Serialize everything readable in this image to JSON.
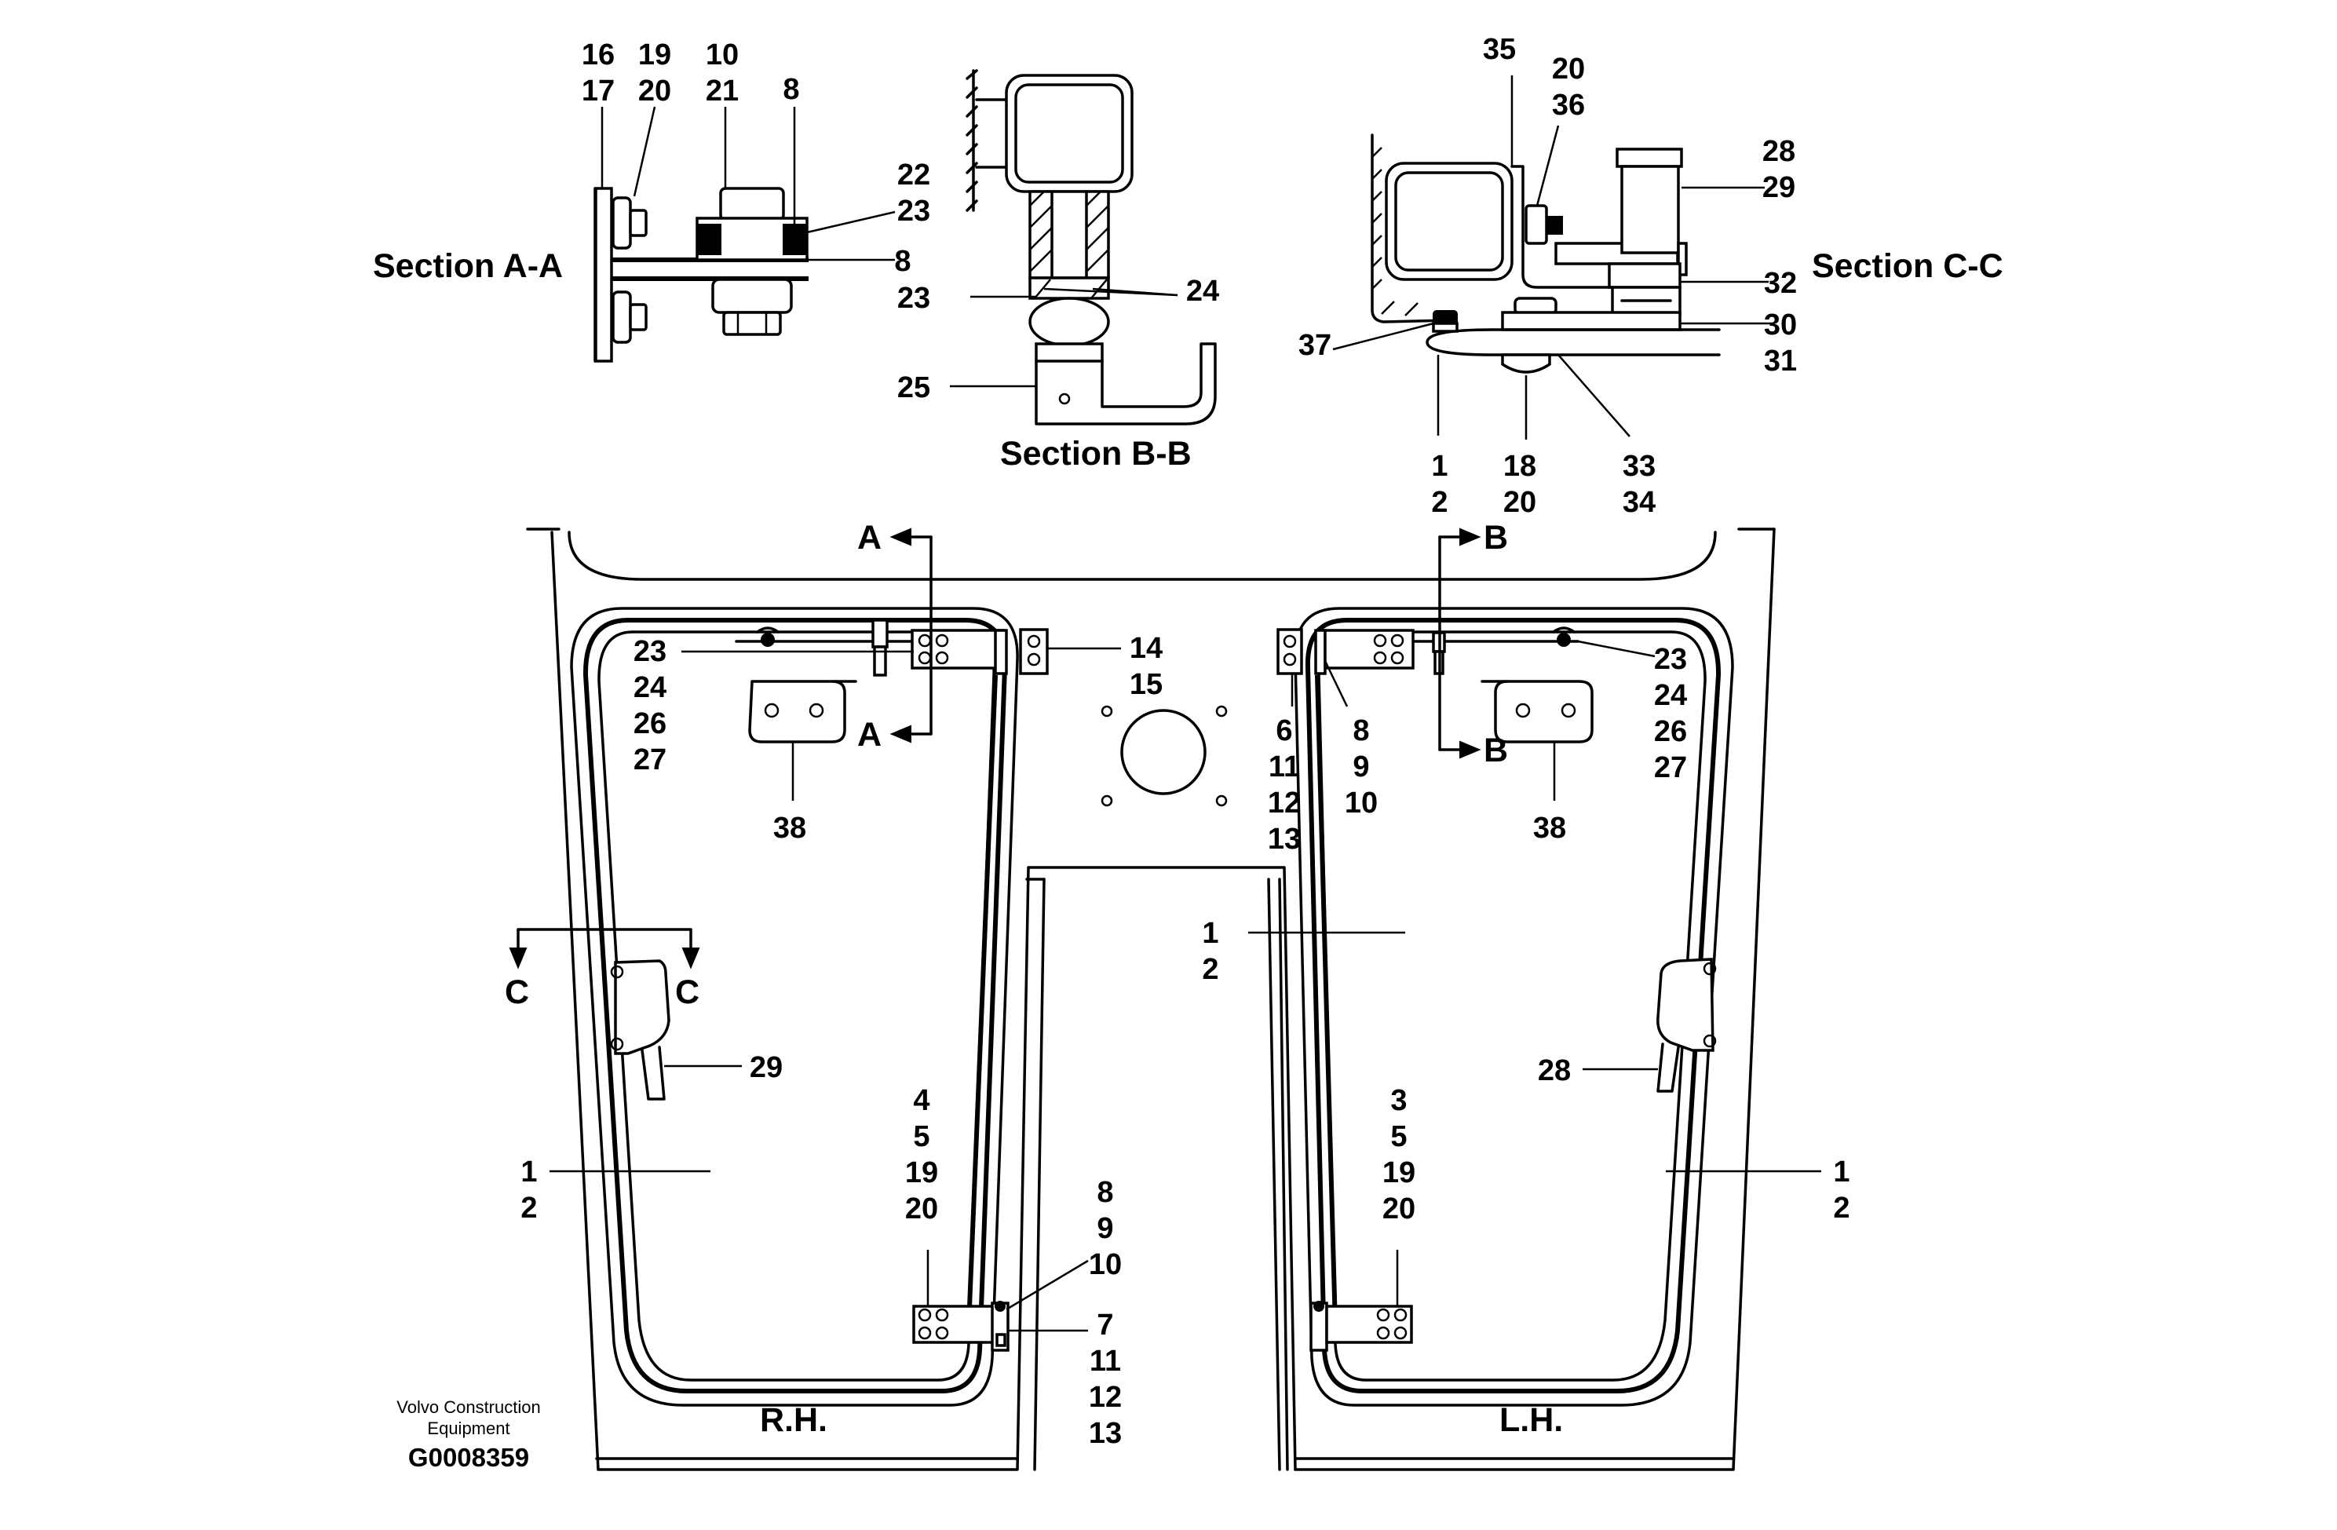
{
  "sections": {
    "a": "Section A-A",
    "b": "Section B-B",
    "c": "Section C-C"
  },
  "section_markers": {
    "a": "A",
    "b": "B",
    "c": "C"
  },
  "sides": {
    "right": "R.H.",
    "left": "L.H."
  },
  "footer": {
    "brand_line1": "Volvo Construction",
    "brand_line2": "Equipment",
    "drawing_code": "G0008359"
  },
  "callouts": {
    "section_a_16_17": [
      "16",
      "17"
    ],
    "section_a_19_20": [
      "19",
      "20"
    ],
    "section_a_10_21": [
      "10",
      "21"
    ],
    "section_a_8_top": [
      "8"
    ],
    "section_a_22_23": [
      "22",
      "23"
    ],
    "section_a_8_mid": [
      "8"
    ],
    "section_b_23": [
      "23"
    ],
    "section_b_24": [
      "24"
    ],
    "section_b_25": [
      "25"
    ],
    "section_c_35": [
      "35"
    ],
    "section_c_20_36": [
      "20",
      "36"
    ],
    "section_c_28_29": [
      "28",
      "29"
    ],
    "section_c_32": [
      "32"
    ],
    "section_c_30_31": [
      "30",
      "31"
    ],
    "section_c_37": [
      "37"
    ],
    "section_c_1_2": [
      "1",
      "2"
    ],
    "section_c_18_20": [
      "18",
      "20"
    ],
    "section_c_33_34": [
      "33",
      "34"
    ],
    "rh_23_27": [
      "23",
      "24",
      "26",
      "27"
    ],
    "rh_38": [
      "38"
    ],
    "rh_14_15": [
      "14",
      "15"
    ],
    "rh_29": [
      "29"
    ],
    "rh_1_2": [
      "1",
      "2"
    ],
    "rh_4_20": [
      "4",
      "5",
      "19",
      "20"
    ],
    "rh_8_10": [
      "8",
      "9",
      "10"
    ],
    "rh_7_13": [
      "7",
      "11",
      "12",
      "13"
    ],
    "center_6_13": [
      "6",
      "11",
      "12",
      "13"
    ],
    "center_8_10": [
      "8",
      "9",
      "10"
    ],
    "center_1_2": [
      "1",
      "2"
    ],
    "lh_23_27": [
      "23",
      "24",
      "26",
      "27"
    ],
    "lh_38": [
      "38"
    ],
    "lh_28": [
      "28"
    ],
    "lh_3_20": [
      "3",
      "5",
      "19",
      "20"
    ],
    "lh_1_2": [
      "1",
      "2"
    ]
  }
}
